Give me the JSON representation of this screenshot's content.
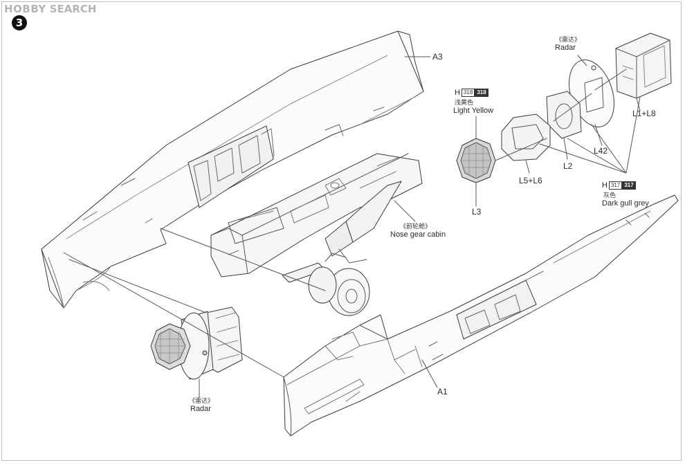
{
  "logo": {
    "brand": "HOBBY",
    "word": "SEARCH"
  },
  "step_number": "3",
  "parts": {
    "a3": "A3",
    "a1": "A1",
    "l1_l8": "L1+L8",
    "l42": "L42",
    "l2": "L2",
    "l5_l6": "L5+L6",
    "l3": "L3"
  },
  "callouts": {
    "radar_top_cn": "《雷达》",
    "radar_top_en": "Radar",
    "radar_bottom_cn": "《雷达》",
    "radar_bottom_en": "Radar",
    "nose_gear_cn": "《前轮舱》",
    "nose_gear_en": "Nose gear cabin"
  },
  "paints": {
    "yellow": {
      "prefix": "H",
      "code_light": "318",
      "code_dark": "318",
      "name_cn": "浅黄色",
      "name_en": "Light Yellow"
    },
    "grey": {
      "prefix": "H",
      "code_light": "317",
      "code_dark": "317",
      "name_cn": "灰色",
      "name_en": "Dark gull grey"
    }
  },
  "colors": {
    "line": "#3a3a3a",
    "light_line": "#7a7a7a",
    "fill": "#f6f6f6",
    "badge": "#111111"
  }
}
